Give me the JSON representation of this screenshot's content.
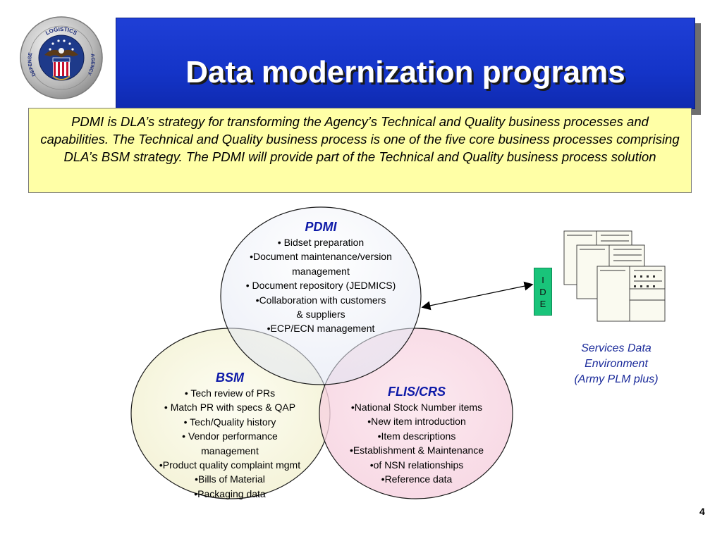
{
  "slide": {
    "title": "Data modernization programs",
    "summary": "PDMI is DLA’s strategy for transforming the Agency’s Technical and Quality business processes and capabilities.  The Technical and Quality business process is one of the five core business processes comprising DLA’s BSM strategy.  The PDMI will provide part of the Technical and Quality business process solution",
    "page_number": "4"
  },
  "logo": {
    "ring_text_top": "LOGISTICS",
    "ring_text_left": "DEFENSE",
    "ring_text_right": "AGENCY"
  },
  "diagram": {
    "colors": {
      "pdmi_fill": "#e4e8f4",
      "bsm_fill": "#f6f4d8",
      "flis_fill": "#f9d9e5",
      "heading": "#0e1aa8",
      "ide_green": "#19c47a"
    },
    "pdmi": {
      "heading": "PDMI",
      "items": [
        "• Bidset preparation",
        "•Document maintenance/version",
        "management",
        "• Document repository (JEDMICS)",
        "•Collaboration with customers",
        "& suppliers",
        "•ECP/ECN management"
      ]
    },
    "bsm": {
      "heading": "BSM",
      "items": [
        "• Tech review of PRs",
        "• Match PR with specs & QAP",
        "• Tech/Quality history",
        "• Vendor performance",
        "management",
        "•Product quality complaint mgmt",
        "•Bills of Material",
        "•Packaging data"
      ]
    },
    "flis": {
      "heading": "FLIS/CRS",
      "items": [
        "•National Stock Number items",
        "•New item introduction",
        "•Item descriptions",
        "•Establishment & Maintenance",
        "•of NSN relationships",
        "•Reference data"
      ]
    },
    "ide": {
      "letters": [
        "I",
        "D",
        "E"
      ]
    },
    "services": {
      "lines": [
        "Services Data",
        "Environment",
        "(Army PLM plus)"
      ]
    }
  }
}
